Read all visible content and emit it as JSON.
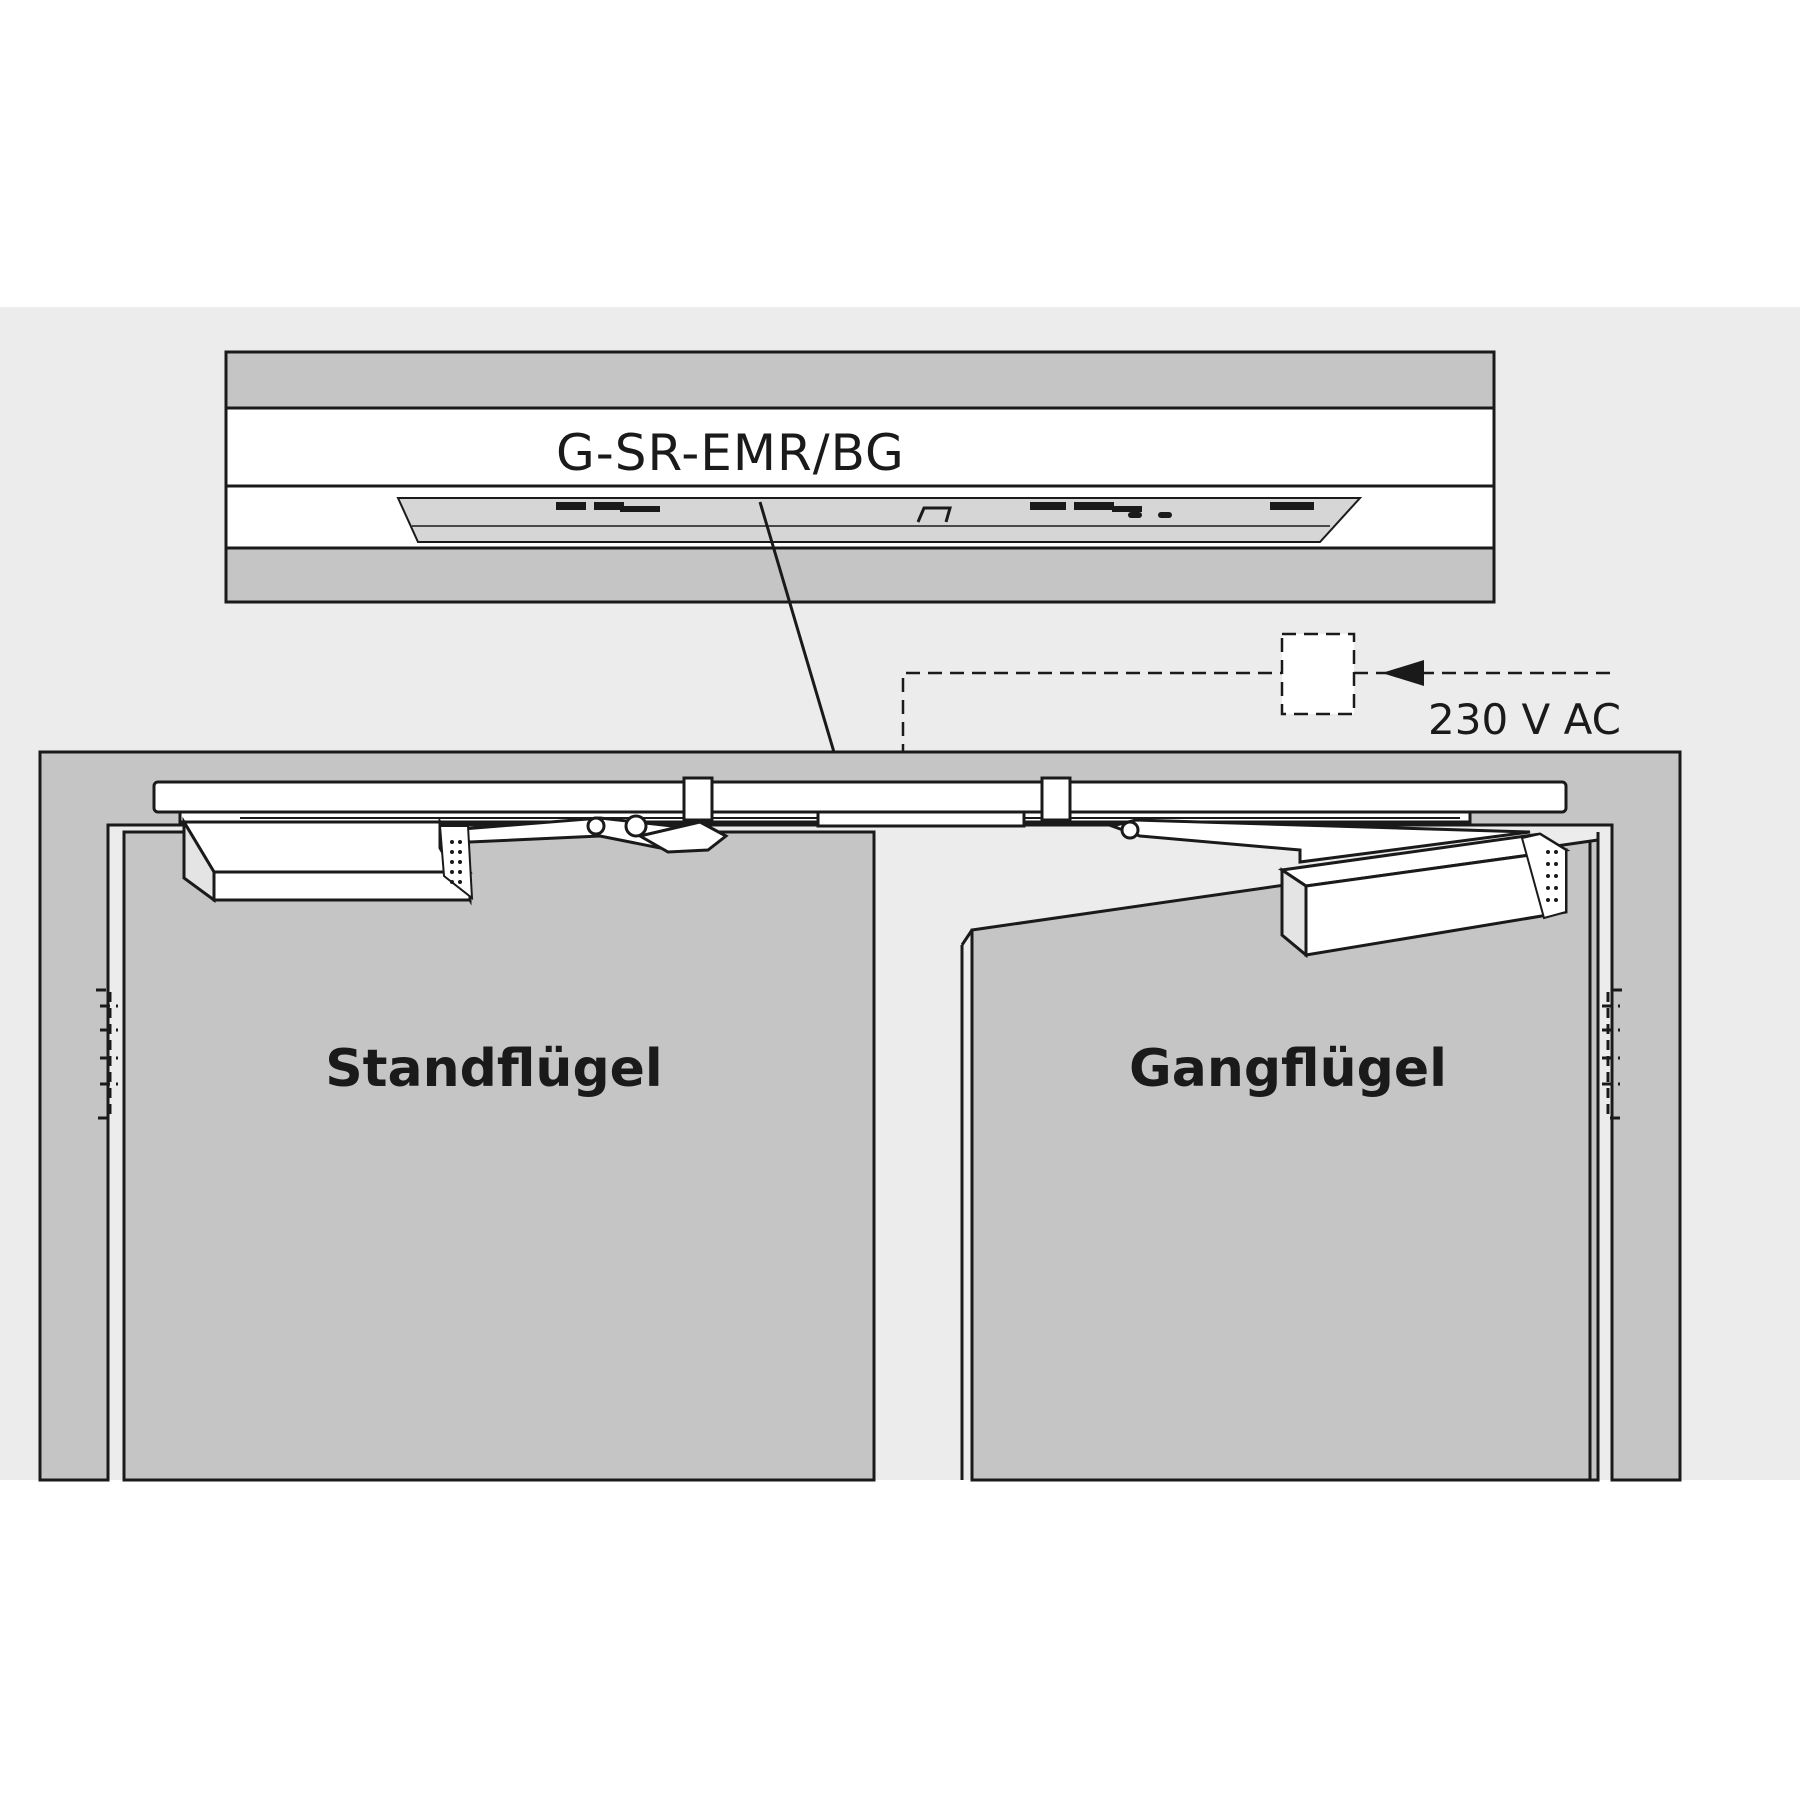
{
  "detail": {
    "product_label": "G-SR-EMR/BG"
  },
  "power": {
    "supply_label": "230 V AC"
  },
  "leaves": {
    "left_label": "Standflügel",
    "right_label": "Gangflügel"
  },
  "colors": {
    "background_wall": "#ececec",
    "frame_fill": "#c5c5c5",
    "leaf_fill": "#c5c5c5",
    "panel_fill": "#ffffff",
    "line": "#1a1a1a"
  }
}
